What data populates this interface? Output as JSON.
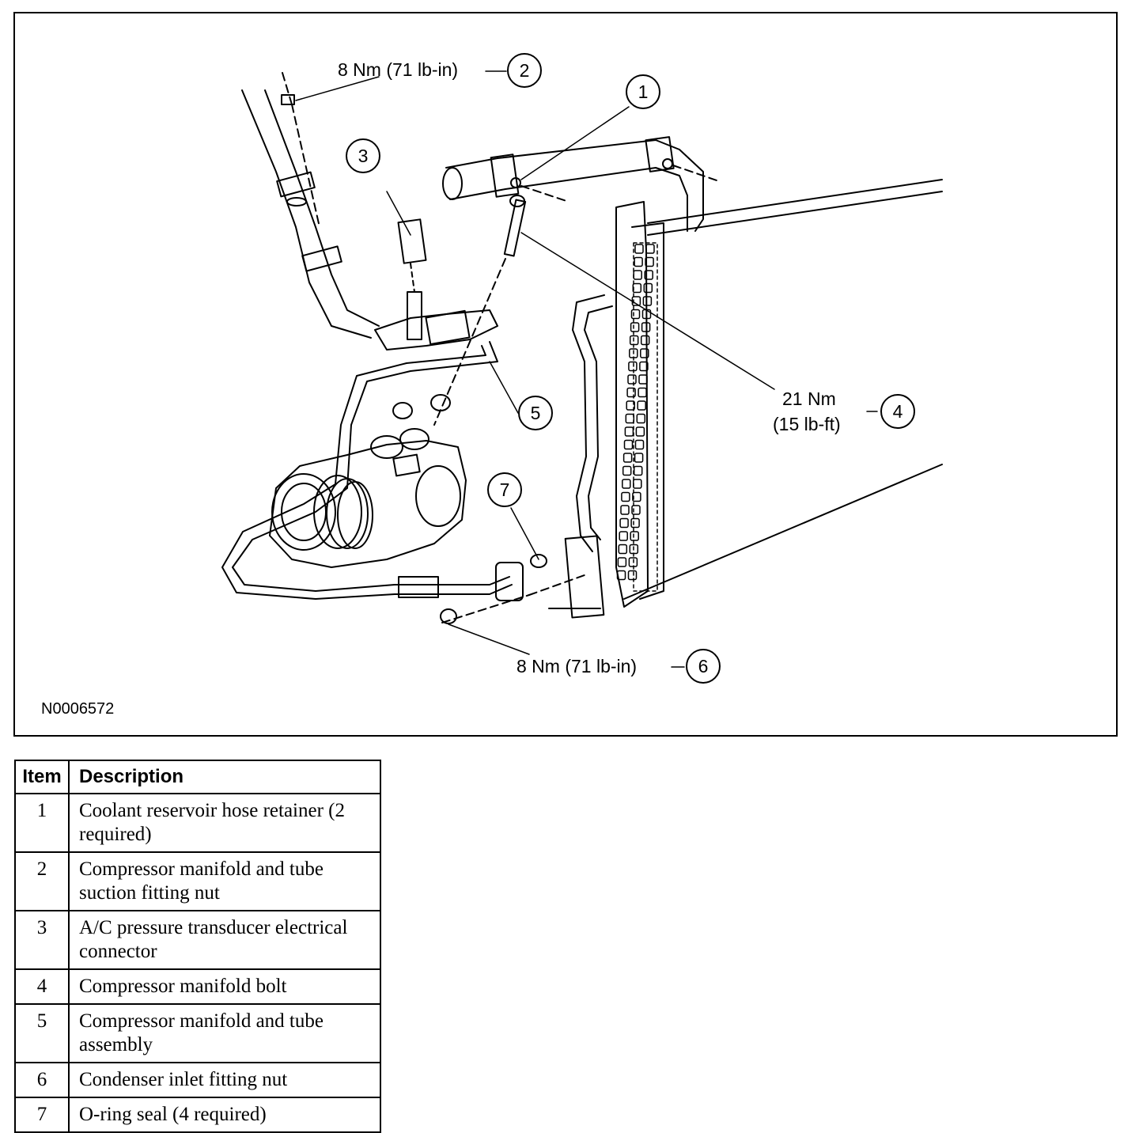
{
  "figure": {
    "id": "N0006572",
    "callouts": [
      {
        "num": "1"
      },
      {
        "num": "2",
        "spec": "8 Nm (71 lb-in)"
      },
      {
        "num": "3"
      },
      {
        "num": "4",
        "spec_line1": "21 Nm",
        "spec_line2": "(15 lb-ft)"
      },
      {
        "num": "5"
      },
      {
        "num": "6",
        "spec": "8 Nm (71 lb-in)"
      },
      {
        "num": "7"
      }
    ]
  },
  "table": {
    "headers": {
      "item": "Item",
      "description": "Description"
    },
    "rows": [
      {
        "item": "1",
        "description": "Coolant reservoir hose retainer (2 required)"
      },
      {
        "item": "2",
        "description": "Compressor manifold and tube suction fitting nut"
      },
      {
        "item": "3",
        "description": "A/C pressure transducer electrical connector"
      },
      {
        "item": "4",
        "description": "Compressor manifold bolt"
      },
      {
        "item": "5",
        "description": "Compressor manifold and tube assembly"
      },
      {
        "item": "6",
        "description": "Condenser inlet fitting nut"
      },
      {
        "item": "7",
        "description": "O-ring seal (4 required)"
      }
    ]
  }
}
